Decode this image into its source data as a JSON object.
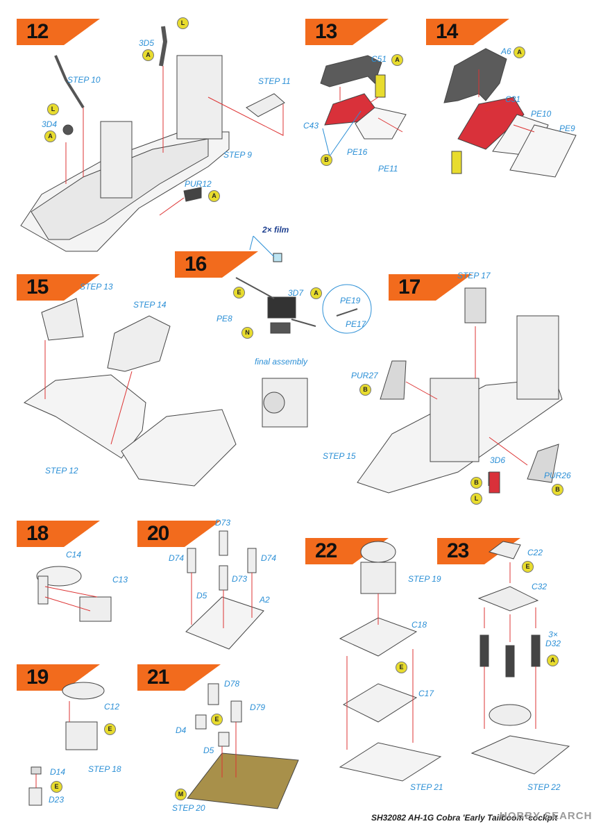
{
  "steps": {
    "s12": "12",
    "s13": "13",
    "s14": "14",
    "s15": "15",
    "s16": "16",
    "s17": "17",
    "s18": "18",
    "s19": "19",
    "s20": "20",
    "s21": "21",
    "s22": "22",
    "s23": "23"
  },
  "labels": {
    "3D5": "3D5",
    "step10": "STEP 10",
    "3D4": "3D4",
    "step11": "STEP 11",
    "step9": "STEP 9",
    "pur12": "PUR12",
    "c51": "C51",
    "c43": "C43",
    "pe16": "PE16",
    "pe11": "PE11",
    "a6": "A6",
    "c31": "C31",
    "pe10": "PE10",
    "pe9": "PE9",
    "step13": "STEP 13",
    "step14": "STEP 14",
    "step12": "STEP 12",
    "film": "2× film",
    "3d7": "3D7",
    "pe8": "PE8",
    "pe19": "PE19",
    "pe17": "PE17",
    "final": "final assembly",
    "step17": "STEP 17",
    "pur27": "PUR27",
    "step15": "STEP 15",
    "3d6": "3D6",
    "pur26": "PUR26",
    "c14": "C14",
    "c13": "C13",
    "d73a": "D73",
    "d74a": "D74",
    "d74b": "D74",
    "d73b": "D73",
    "d5a": "D5",
    "a2": "A2",
    "step19": "STEP 19",
    "c18": "C18",
    "c17": "C17",
    "step21": "STEP 21",
    "c22": "C22",
    "c32": "C32",
    "d32": "3×\nD32",
    "step22": "STEP 22",
    "c12": "C12",
    "step18": "STEP 18",
    "d14": "D14",
    "d23": "D23",
    "d78": "D78",
    "d79": "D79",
    "d4": "D4",
    "d5b": "D5",
    "step20": "STEP 20"
  },
  "refs": {
    "L": "L",
    "A": "A",
    "B": "B",
    "N": "N",
    "E": "E",
    "M": "M"
  },
  "footer": "SH32082  AH-1G Cobra 'Early Tailboom' cockpit",
  "watermark": "HOBBY SEARCH",
  "colors": {
    "orange": "#f26b1d",
    "label": "#2b8fd6",
    "badge_bg": "#e8dc2e",
    "red_part": "#d9313a",
    "gray_part": "#5b5b5b",
    "base_brown": "#a8904a"
  }
}
